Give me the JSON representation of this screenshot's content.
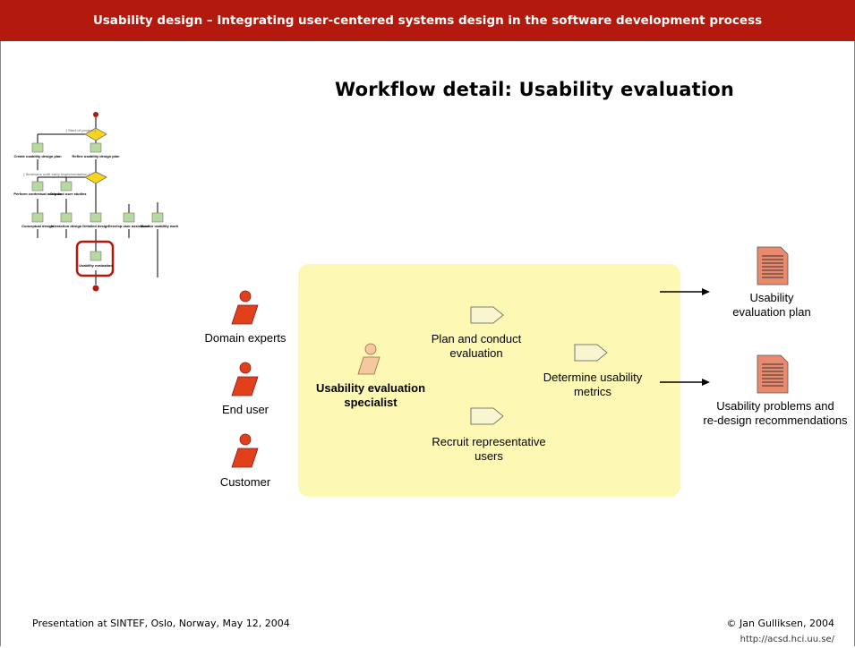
{
  "header": {
    "title": "Usability design – Integrating user-centered systems design in the software development process"
  },
  "slide": {
    "title": "Workflow detail: Usability evaluation"
  },
  "stakeholders": [
    "Domain experts",
    "End user",
    "Customer"
  ],
  "worker": {
    "line1": "Usability evaluation",
    "line2": "specialist"
  },
  "activities": {
    "plan_line1": "Plan and conduct",
    "plan_line2": "evaluation",
    "metrics_line1": "Determine usability",
    "metrics_line2": "metrics",
    "recruit_line1": "Recruit representative",
    "recruit_line2": "users"
  },
  "artifacts": {
    "plan_line1": "Usability",
    "plan_line2": "evaluation plan",
    "problems_line1": "Usability problems and",
    "problems_line2": "re-design recommendations"
  },
  "mini_workflow": {
    "decision1": "[ Start of project ]",
    "decision2": "[ Iterations until early implementation ]",
    "create_plan": "Create usability design plan",
    "refine_plan": "Refine usability design plan",
    "contextual_analysis": "Perform contextual analysis",
    "user_studies": "Conduct user studies",
    "conceptual_design": "Conceptual design",
    "interaction_design": "Interaction design",
    "detailed_design": "Detailed design",
    "user_assistance": "Develop user assistance",
    "monitor_work": "Monitor usability work",
    "usability_evaluation": "Usability evaluation"
  },
  "footer": {
    "left": "Presentation at SINTEF, Oslo, Norway, May 12, 2004",
    "right": "© Jan Gulliksen, 2004",
    "url": "http://acsd.hci.uu.se/"
  },
  "colors": {
    "header": "#b3190c",
    "panel": "#fdf9b5",
    "actor": "#e2401c",
    "worker": "#f6c8a0",
    "highlight": "#b3190c",
    "decision": "#f7d51c"
  }
}
